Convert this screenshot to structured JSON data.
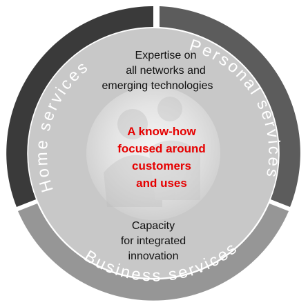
{
  "diagram": {
    "segments": [
      {
        "label": "Home services",
        "color": "#3a3a3a"
      },
      {
        "label": "Personal services",
        "color": "#5c5c5c"
      },
      {
        "label": "Business services",
        "color": "#969696"
      }
    ],
    "inner_ring": {
      "top_lines": [
        "Expertise on",
        "all networks and",
        "emerging technologies"
      ],
      "bottom_lines": [
        "Capacity",
        "for integrated",
        "innovation"
      ],
      "color": "#c8c8c8"
    },
    "core": {
      "lines": [
        "A know-how",
        "focused around",
        "customers",
        "and uses"
      ],
      "color": "#e60000"
    }
  }
}
